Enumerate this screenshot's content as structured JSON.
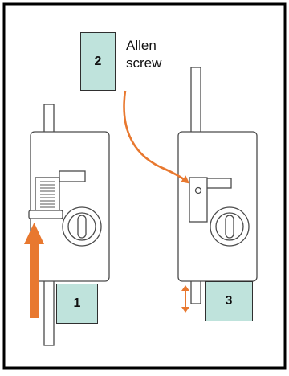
{
  "steps": [
    {
      "number": "1"
    },
    {
      "number": "2",
      "label_line1": "Allen",
      "label_line2": "screw"
    },
    {
      "number": "3"
    }
  ],
  "colors": {
    "frame": "#000000",
    "arrow": "#e8782f",
    "badge_fill": "#bfe3dc",
    "badge_border": "#2f2f2f",
    "device_outline": "#4a4a4a",
    "device_fill": "#ffffff"
  },
  "icons": [
    "up-arrow-icon",
    "curved-arrow-icon",
    "double-arrow-icon"
  ]
}
